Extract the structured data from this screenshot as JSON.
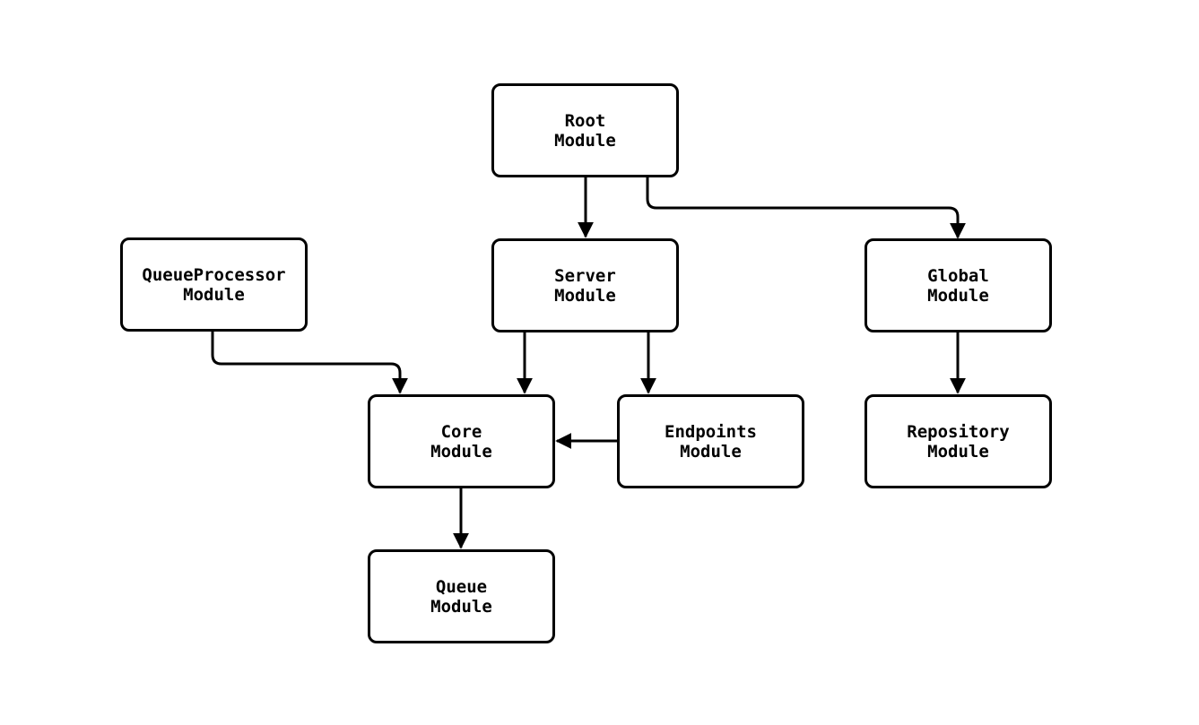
{
  "diagram": {
    "type": "flowchart",
    "colors": {
      "background": "#ffffff",
      "node_fill": "#ffffff",
      "node_stroke": "#000000",
      "edge_stroke": "#000000",
      "text": "#000000"
    },
    "nodes": {
      "root": {
        "label": "Root\nModule"
      },
      "queueprocessor": {
        "label": "QueueProcessor\nModule"
      },
      "server": {
        "label": "Server\nModule"
      },
      "global": {
        "label": "Global\nModule"
      },
      "core": {
        "label": "Core\nModule"
      },
      "endpoints": {
        "label": "Endpoints\nModule"
      },
      "repository": {
        "label": "Repository\nModule"
      },
      "queue": {
        "label": "Queue\nModule"
      }
    },
    "edges": [
      {
        "from": "Root Module",
        "to": "Server Module"
      },
      {
        "from": "Root Module",
        "to": "Global Module"
      },
      {
        "from": "QueueProcessor Module",
        "to": "Core Module"
      },
      {
        "from": "Server Module",
        "to": "Core Module"
      },
      {
        "from": "Server Module",
        "to": "Endpoints Module"
      },
      {
        "from": "Endpoints Module",
        "to": "Core Module"
      },
      {
        "from": "Global Module",
        "to": "Repository Module"
      },
      {
        "from": "Core Module",
        "to": "Queue Module"
      }
    ]
  }
}
